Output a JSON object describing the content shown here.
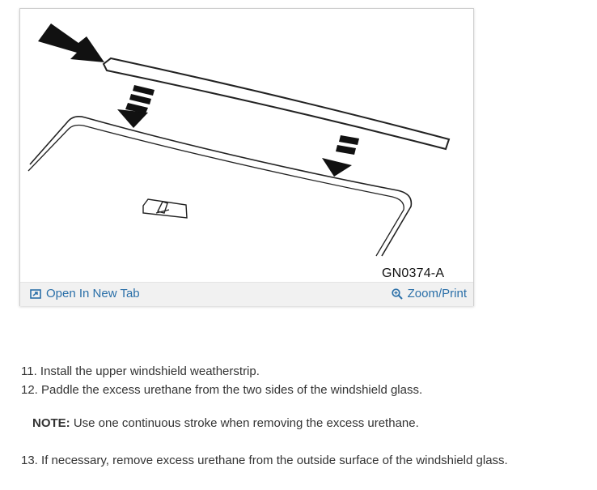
{
  "figure": {
    "code": "GN0374-A",
    "open_tab_label": "Open In New Tab",
    "zoom_print_label": "Zoom/Print",
    "icons": [
      "open-new-tab-icon",
      "zoom-icon"
    ],
    "link_color": "#2a6fa8"
  },
  "steps": [
    {
      "number": "11.",
      "text": "Install the upper windshield weatherstrip."
    },
    {
      "number": "12.",
      "text": "Paddle the excess urethane from the two sides of the windshield glass."
    }
  ],
  "note": {
    "label": "NOTE:",
    "text": "Use one continuous stroke when removing the excess urethane."
  },
  "step13": {
    "number": "13.",
    "text": "If necessary, remove excess urethane from the outside surface of the windshield glass."
  }
}
